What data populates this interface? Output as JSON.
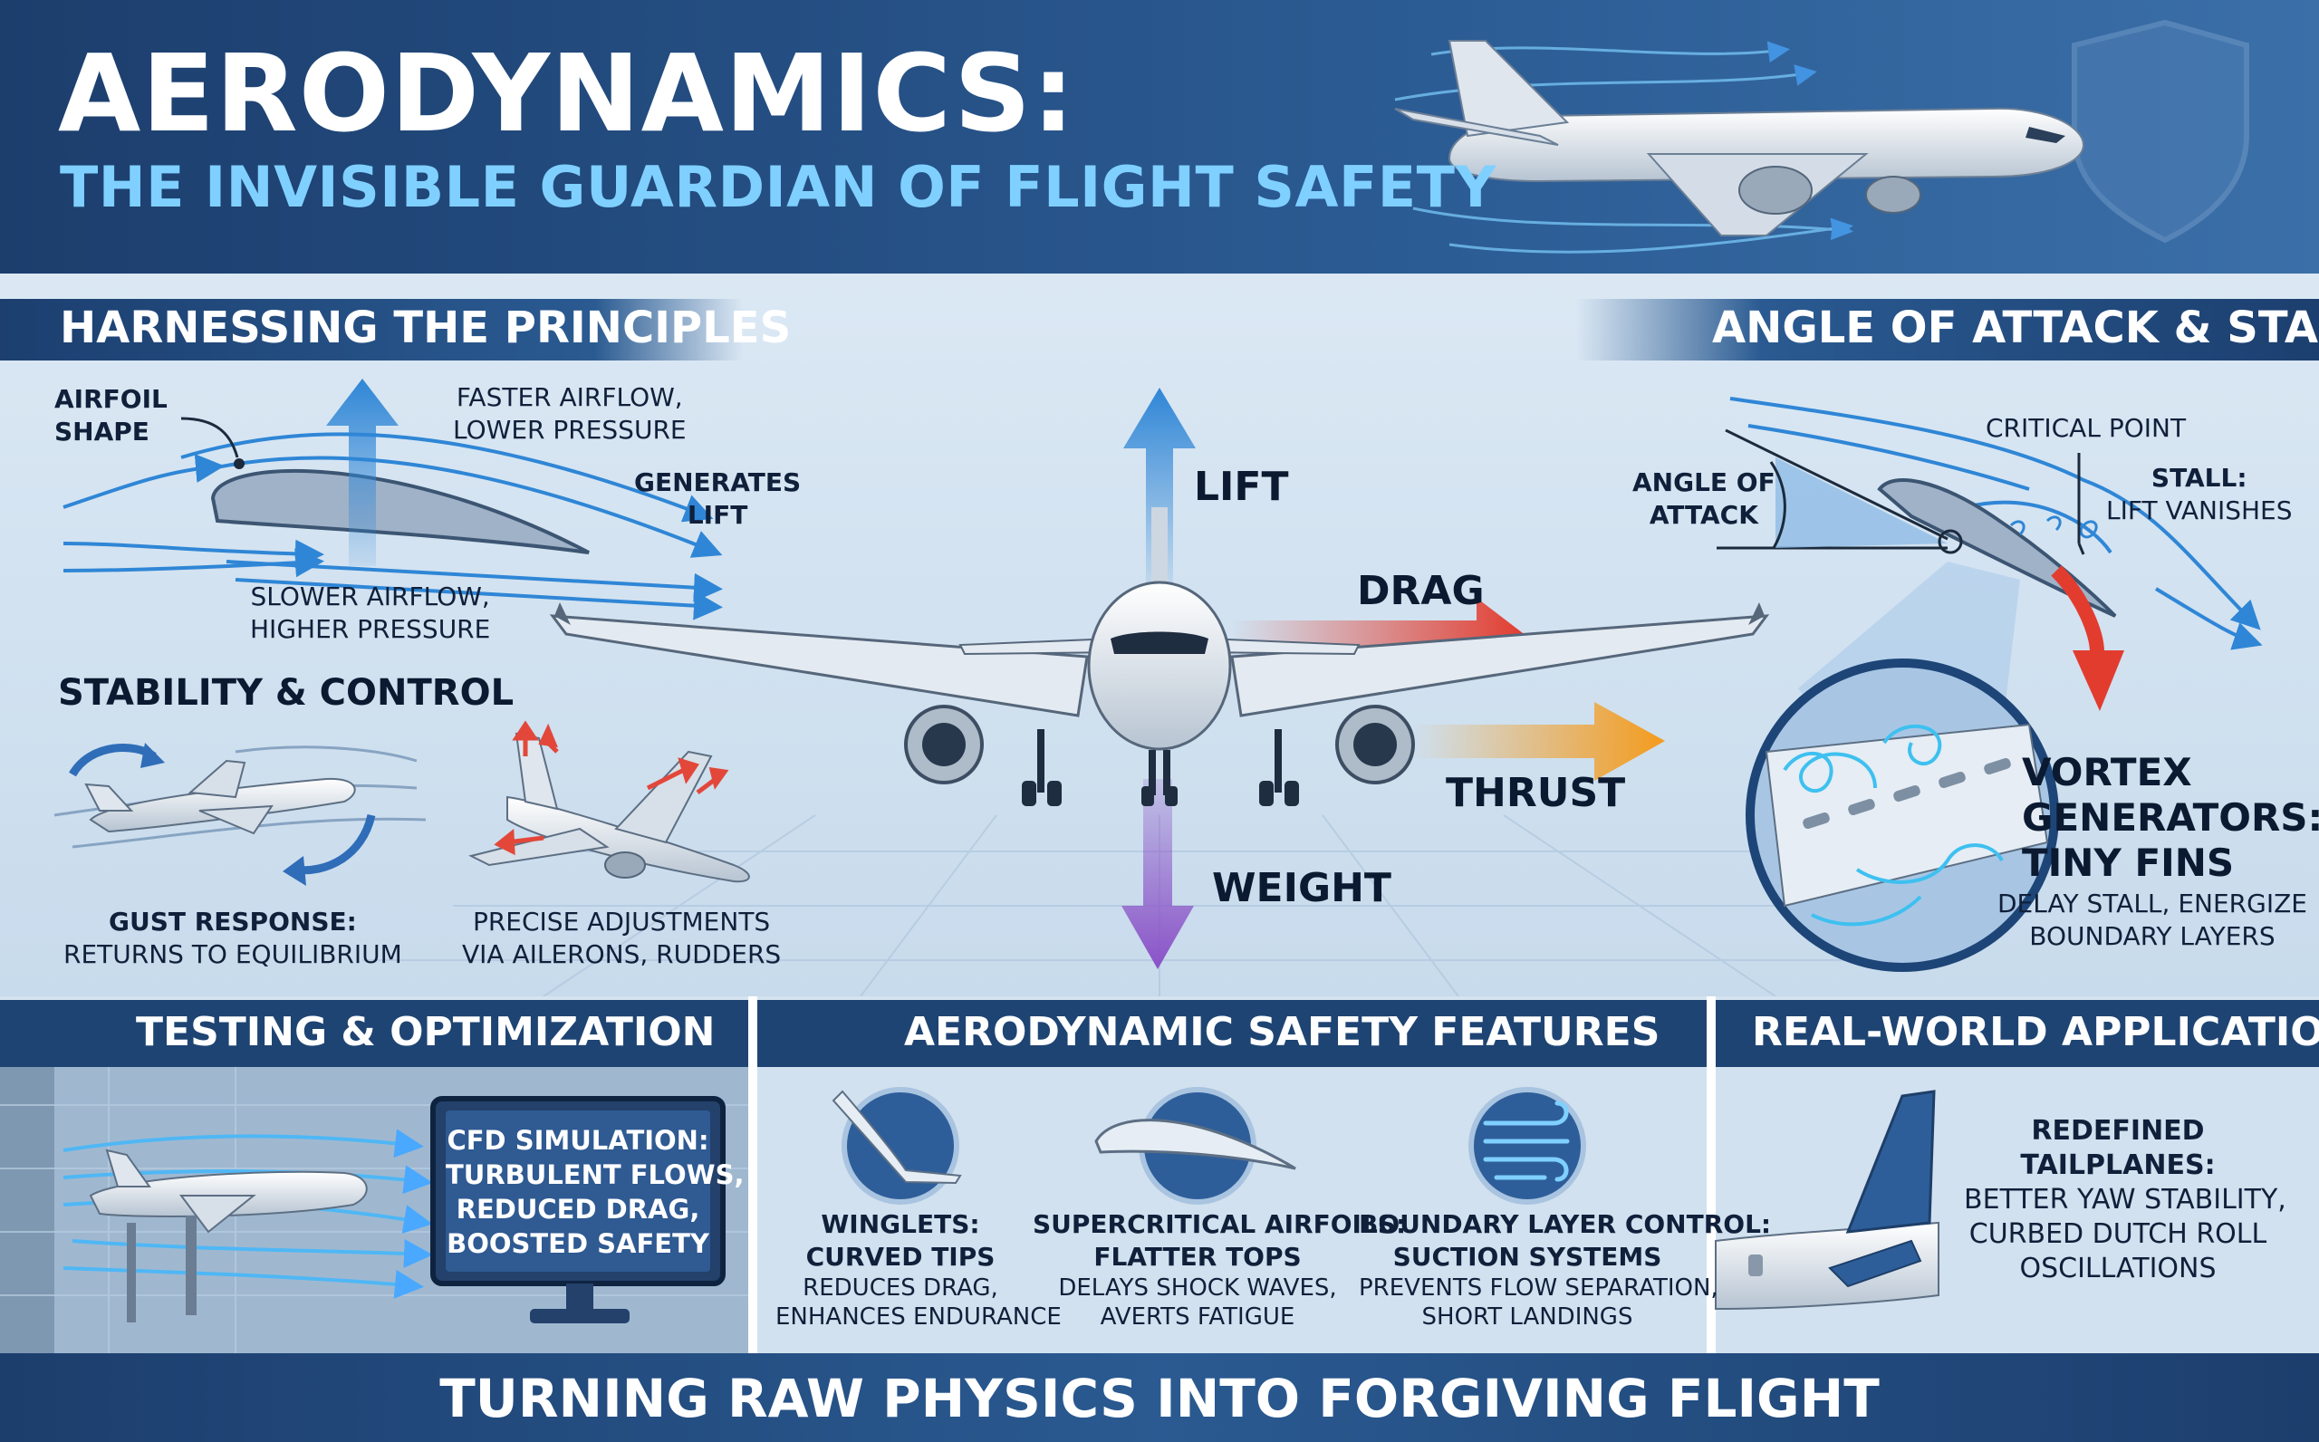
{
  "header": {
    "title": "AERODYNAMICS:",
    "subtitle": "THE INVISIBLE GUARDIAN OF FLIGHT SAFETY"
  },
  "principles": {
    "heading": "HARNESSING THE PRINCIPLES",
    "airfoil_shape": [
      "AIRFOIL",
      "SHAPE"
    ],
    "faster": [
      "FASTER AIRFLOW,",
      "LOWER PRESSURE"
    ],
    "generates": [
      "GENERATES",
      "LIFT"
    ],
    "slower": [
      "SLOWER AIRFLOW,",
      "HIGHER PRESSURE"
    ]
  },
  "stability": {
    "heading": "STABILITY & CONTROL",
    "gust": [
      "GUST RESPONSE:",
      "RETURNS TO EQUILIBRIUM"
    ],
    "precise": [
      "PRECISE ADJUSTMENTS",
      "VIA AILERONS, RUDDERS"
    ]
  },
  "forces": {
    "lift": "LIFT",
    "drag": "DRAG",
    "thrust": "THRUST",
    "weight": "WEIGHT"
  },
  "angle": {
    "heading": "ANGLE OF ATTACK & STALL",
    "critical": "CRITICAL POINT",
    "aoa": [
      "ANGLE OF",
      "ATTACK"
    ],
    "stall": [
      "STALL:",
      "LIFT VANISHES"
    ],
    "vortex": [
      "VORTEX",
      "GENERATORS:",
      "TINY FINS"
    ],
    "vortex_desc": [
      "DELAY STALL, ENERGIZE",
      "BOUNDARY LAYERS"
    ]
  },
  "testing": {
    "heading": "TESTING & OPTIMIZATION",
    "screen": [
      "CFD SIMULATION:",
      "TURBULENT FLOWS,",
      "REDUCED DRAG,",
      "BOOSTED SAFETY"
    ]
  },
  "features": {
    "heading": "AERODYNAMIC SAFETY FEATURES",
    "winglets": [
      "WINGLETS:",
      "CURVED TIPS"
    ],
    "winglets_desc": [
      "REDUCES DRAG,",
      "ENHANCES ENDURANCE"
    ],
    "super": [
      "SUPERCRITICAL AIRFOILS:",
      "FLATTER TOPS"
    ],
    "super_desc": [
      "DELAYS SHOCK WAVES,",
      "AVERTS FATIGUE"
    ],
    "boundary": [
      "BOUNDARY LAYER CONTROL:",
      "SUCTION SYSTEMS"
    ],
    "boundary_desc": [
      "PREVENTS FLOW SEPARATION,",
      "SHORT LANDINGS"
    ]
  },
  "realworld": {
    "heading": "REAL-WORLD APPLICATION",
    "title": [
      "REDEFINED",
      "TAILPLANES:"
    ],
    "desc": [
      "BETTER YAW STABILITY,",
      "CURBED DUTCH ROLL",
      "OSCILLATIONS"
    ]
  },
  "footer": {
    "text": "TURNING RAW PHYSICS INTO FORGIVING FLIGHT"
  },
  "colors": {
    "navy": "#1d4577",
    "sky": "#7fd0ff",
    "lift": "#2f86d6",
    "drag": "#e23c2f",
    "thrust": "#f49b1d",
    "weight": "#8a52c7"
  }
}
